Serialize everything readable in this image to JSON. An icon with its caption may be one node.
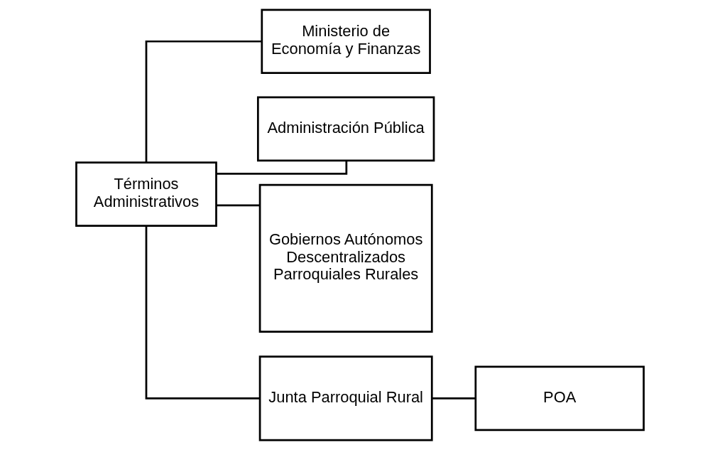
{
  "diagram": {
    "nodes": [
      {
        "text": [
          "Términos Administrativos"
        ]
      },
      {
        "text": [
          "Ministerio de Economía y Finanzas"
        ]
      },
      {
        "text": [
          "Administración Pública"
        ]
      },
      {
        "text": [
          "Gobiernos Autónomos Descentralizados Parroquiales Rurales"
        ]
      },
      {
        "text": [
          "Junta Parroquial Rural"
        ]
      },
      {
        "text": [
          "POA"
        ]
      }
    ],
    "edges": [
      {
        "from": 0,
        "to": 1,
        "arrow": "none"
      },
      {
        "from": 0,
        "to": 2,
        "arrow": "none"
      },
      {
        "from": 0,
        "to": 3,
        "arrow": "none"
      },
      {
        "from": 0,
        "to": 4,
        "arrow": "none"
      },
      {
        "from": 4,
        "to": 5,
        "arrow": "none"
      }
    ]
  }
}
